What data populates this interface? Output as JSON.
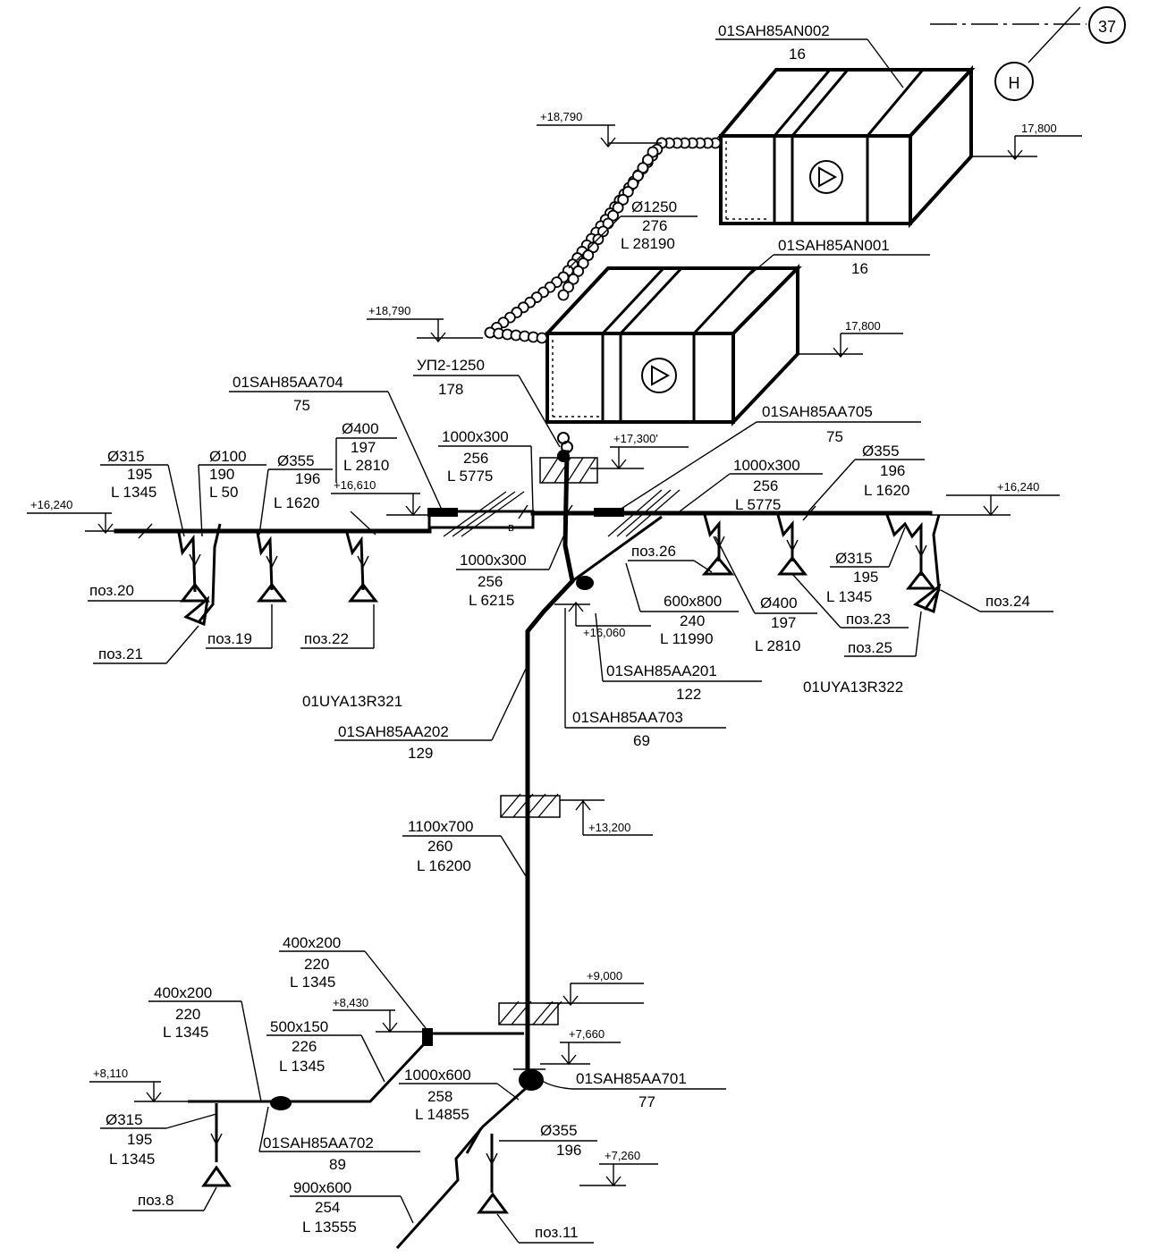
{
  "axis": {
    "number": "37",
    "letter": "Н"
  },
  "units": [
    {
      "tag": "01SAH85AN002",
      "num": "16",
      "level": "17,800"
    },
    {
      "tag": "01SAH85AN001",
      "num": "16",
      "level": "17,800"
    }
  ],
  "levels": {
    "a": "+18,790",
    "b": "+18,790",
    "c": "+17,300'",
    "d": "+16,240",
    "e": "+16,240",
    "f": "+16,610",
    "g": "+16,060",
    "h": "+13,200",
    "i": "+9,000",
    "j": "+8,430",
    "k": "+7,660",
    "l": "+8,110",
    "m": "+7,260"
  },
  "labels": {
    "d1250": [
      "Ø1250",
      "276",
      "L 28190"
    ],
    "up2": [
      "УП2-1250",
      "178"
    ],
    "aa704": [
      "01SAH85AA704",
      "75"
    ],
    "aa705": [
      "01SAH85AA705",
      "75"
    ],
    "l_d315a": [
      "Ø315",
      "195",
      "L 1345"
    ],
    "l_d100": [
      "Ø100",
      "190",
      "L 50"
    ],
    "l_d355a": [
      "Ø355",
      "196",
      "L 1620"
    ],
    "l_d400a": [
      "Ø400",
      "197",
      "L 2810"
    ],
    "l_r1000a": [
      "1000x300",
      "256",
      "L 5775"
    ],
    "l_r1000b": [
      "1000x300",
      "256",
      "L 6215"
    ],
    "l_r1000c": [
      "1000x300",
      "256",
      "L 5775"
    ],
    "l_d355b": [
      "Ø355",
      "196",
      "L 1620"
    ],
    "l_d315b": [
      "Ø315",
      "195",
      "L 1345"
    ],
    "l_d400b": [
      "Ø400",
      "197",
      "L 2810"
    ],
    "l_r600": [
      "600x800",
      "240",
      "L 11990"
    ],
    "aa201": [
      "01SAH85AA201",
      "122"
    ],
    "aa703": [
      "01SAH85AA703",
      "69"
    ],
    "aa202": [
      "01SAH85AA202",
      "129"
    ],
    "uya321": "01UYA13R321",
    "uya322": "01UYA13R322",
    "l_r1100": [
      "1100x700",
      "260",
      "L 16200"
    ],
    "l_r400a": [
      "400x200",
      "220",
      "L 1345"
    ],
    "l_r400b": [
      "400x200",
      "220",
      "L 1345"
    ],
    "l_r500": [
      "500x150",
      "226",
      "L 1345"
    ],
    "l_r1000d": [
      "1000x600",
      "258",
      "L 14855"
    ],
    "aa701": [
      "01SAH85AA701",
      "77"
    ],
    "aa702": [
      "01SAH85AA702",
      "89"
    ],
    "l_d315c": [
      "Ø315",
      "195",
      "L 1345"
    ],
    "l_d355c": [
      "Ø355",
      "196"
    ],
    "l_r900": [
      "900x600",
      "254",
      "L 13555"
    ],
    "poz": {
      "p20": "поз.20",
      "p21": "поз.21",
      "p19": "поз.19",
      "p22": "поз.22",
      "p26": "поз.26",
      "p23": "поз.23",
      "p25": "поз.25",
      "p24": "поз.24",
      "p8": "поз.8",
      "p11": "поз.11"
    },
    "mark_b": "в"
  }
}
